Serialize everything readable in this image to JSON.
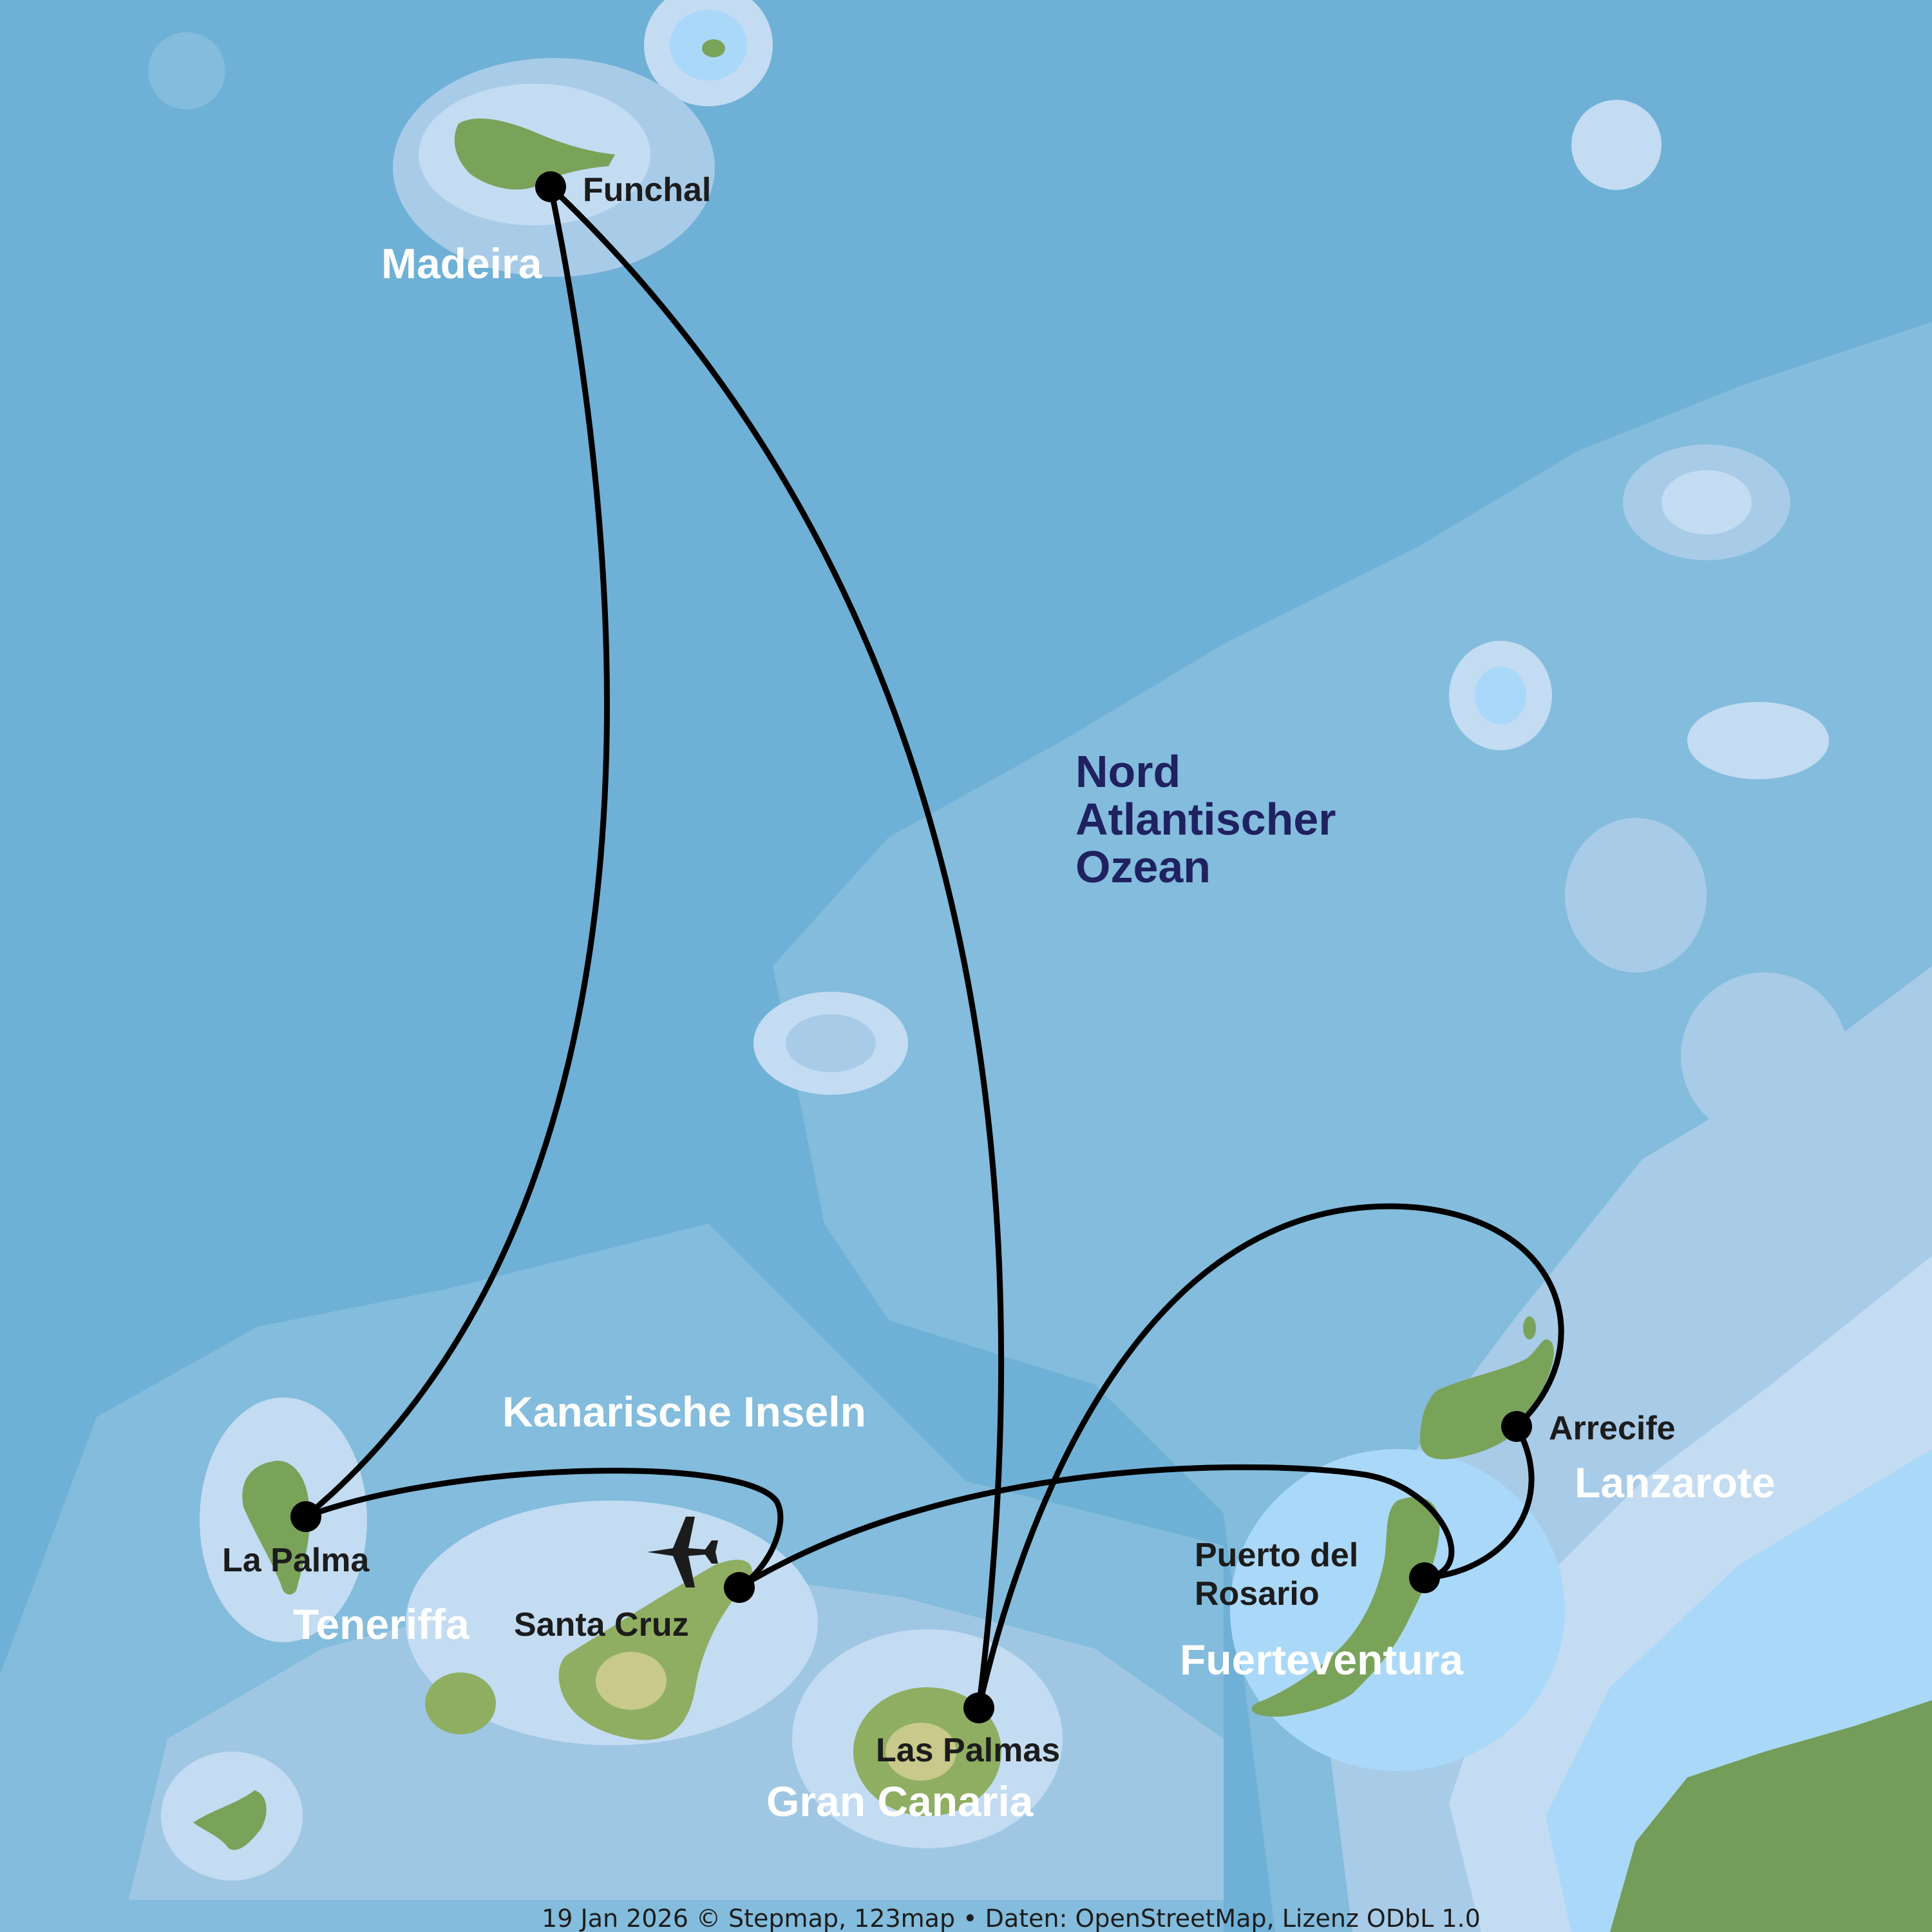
{
  "map": {
    "ocean_label": [
      "Nord",
      "Atlantischer",
      "Ozean"
    ],
    "archipelago_label": "Kanarische Inseln",
    "islands": [
      {
        "id": "madeira",
        "label": "Madeira"
      },
      {
        "id": "teneriffa",
        "label": "Teneriffa"
      },
      {
        "id": "gran-canaria",
        "label": "Gran Canaria"
      },
      {
        "id": "fuerteventura",
        "label": "Fuerteventura"
      },
      {
        "id": "lanzarote",
        "label": "Lanzarote"
      }
    ],
    "cities": [
      {
        "id": "funchal",
        "label": [
          "Funchal"
        ]
      },
      {
        "id": "la-palma",
        "label": [
          "La Palma"
        ]
      },
      {
        "id": "santa-cruz",
        "label": [
          "Santa Cruz"
        ]
      },
      {
        "id": "las-palmas",
        "label": [
          "Las Palmas"
        ]
      },
      {
        "id": "puerto-del-rosario",
        "label": [
          "Puerto del",
          "Rosario"
        ]
      },
      {
        "id": "arrecife",
        "label": [
          "Arrecife"
        ]
      }
    ],
    "route_order": [
      "Funchal",
      "La Palma",
      "Santa Cruz",
      "Puerto del Rosario",
      "Arrecife",
      "Las Palmas",
      "Funchal"
    ],
    "route_icon": "airplane-icon",
    "credit": "19 Jan 2026 © Stepmap, 123map • Daten: OpenStreetMap, Lizenz ODbL 1.0",
    "colors": {
      "deep_ocean": "#6fb0d6",
      "mid_ocean": "#83bcdc",
      "shelf": "#a8cbe8",
      "shallow": "#c3dcf2",
      "coast_water": "#aad8f8",
      "land": "#7aa35a",
      "land_high": "#c8c98a",
      "route": "#000000"
    }
  }
}
